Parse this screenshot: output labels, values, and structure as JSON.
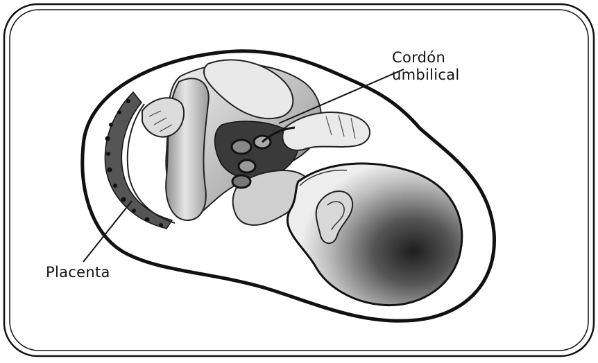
{
  "labels": {
    "cordon_line1": "Cordón",
    "cordon_line2": "umbilical",
    "placenta": "Placenta"
  },
  "colors": {
    "outline": "#111111",
    "shading": "#8a8a8a",
    "background": "#ffffff"
  }
}
